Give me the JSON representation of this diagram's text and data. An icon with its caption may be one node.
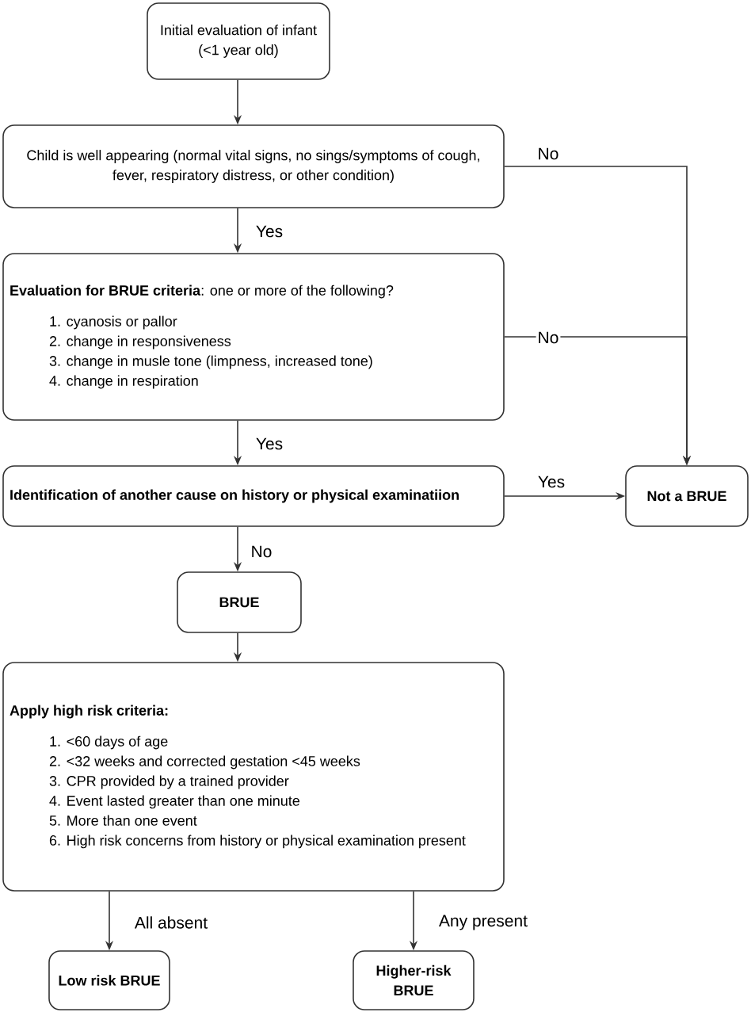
{
  "diagram": {
    "nodes": [
      {
        "text": [
          "Initial evaluation of infant (<1 year old)"
        ]
      },
      {
        "text": [
          "Child is well appearing (normal vital signs, no sings/symptoms of cough, fever, respiratory distress, or other condition)"
        ]
      },
      {
        "text": [
          "**Evaluation for BRUE criteria**: one or more of the following?",
          "1. cyanosis or pallor",
          "2. change in responsiveness",
          "3. change in musle tone (limpness, increased tone)",
          "4. change in respiration"
        ]
      },
      {
        "text": [
          "Identification of another cause on history or physical examinatiion"
        ]
      },
      {
        "text": [
          "Not a BRUE"
        ]
      },
      {
        "text": [
          "BRUE"
        ]
      },
      {
        "text": [
          "Apply high risk criteria:",
          "1. <60 days of age",
          "2. <32 weeks and corrected gestation <45 weeks",
          "3. CPR provided by a trained provider",
          "4. Event lasted greater than one minute",
          "5. More than one event",
          "6. High risk concerns from history or physical examination present"
        ]
      },
      {
        "text": [
          "Low risk BRUE"
        ]
      },
      {
        "text": [
          "Higher-risk BRUE"
        ]
      }
    ],
    "edges": [
      {
        "from": 0,
        "to": 1,
        "arrow": "to"
      },
      {
        "from": 1,
        "to": 2,
        "arrow": "to",
        "label": "Yes"
      },
      {
        "from": 1,
        "to": 4,
        "arrow": "to",
        "label": "No"
      },
      {
        "from": 2,
        "to": 4,
        "arrow": "to",
        "label": "No"
      },
      {
        "from": 2,
        "to": 3,
        "arrow": "to",
        "label": "Yes"
      },
      {
        "from": 3,
        "to": 4,
        "arrow": "to",
        "label": "Yes"
      },
      {
        "from": 3,
        "to": 5,
        "arrow": "to",
        "label": "No"
      },
      {
        "from": 5,
        "to": 6,
        "arrow": "to"
      },
      {
        "from": 6,
        "to": 7,
        "arrow": "to",
        "label": "All absent"
      },
      {
        "from": 6,
        "to": 8,
        "arrow": "to",
        "label": "Any present"
      }
    ]
  }
}
